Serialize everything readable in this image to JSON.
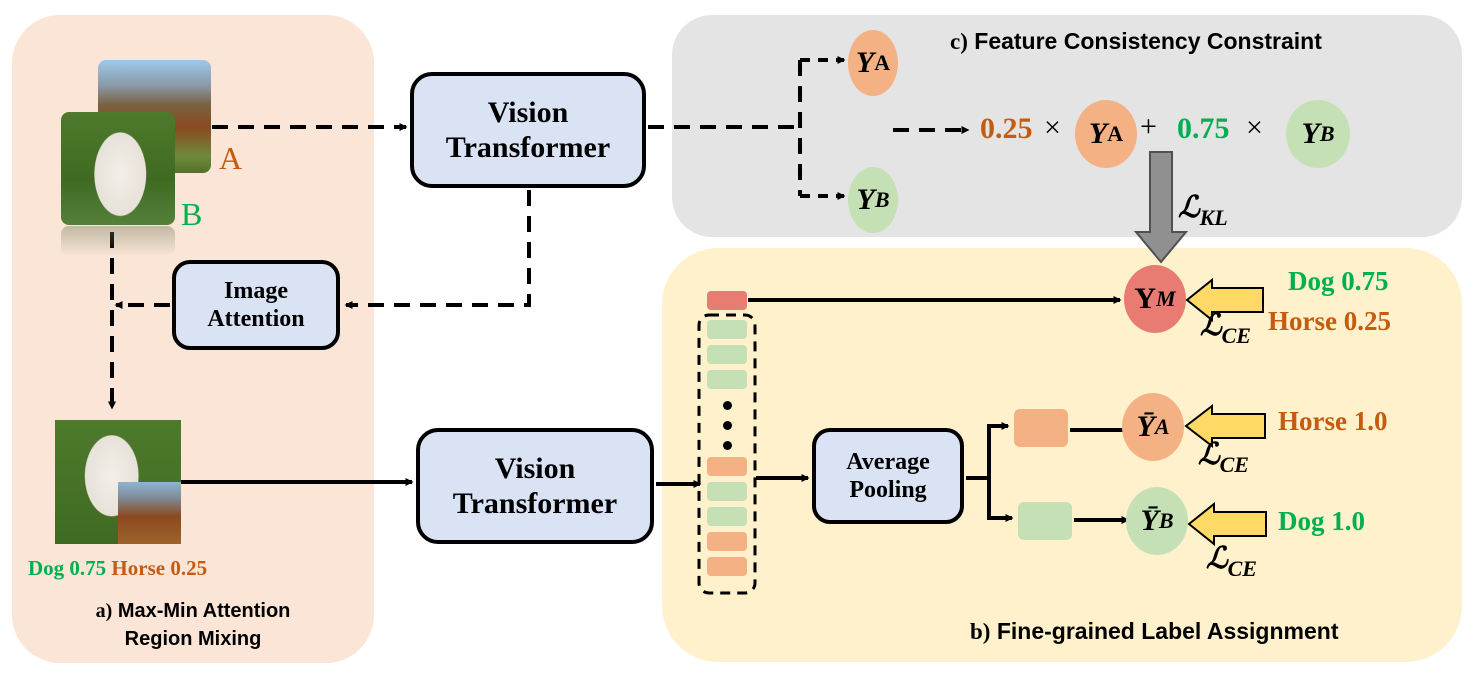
{
  "panels": {
    "a": {
      "prefix": "a)",
      "title_line1": " Max-Min Attention",
      "title_line2": "Region Mixing"
    },
    "b": {
      "prefix": "b)",
      "title": " Fine-grained Label Assignment"
    },
    "c": {
      "prefix": "c)",
      "title": " Feature Consistency Constraint"
    }
  },
  "images": {
    "source_a_label": "A",
    "source_b_label": "B",
    "source_a_content": "horse",
    "source_b_content": "dog",
    "mixed_content": "dog with horse patch"
  },
  "mixed_label": {
    "dog": "Dog 0.75",
    "horse": "Horse 0.25"
  },
  "blocks": {
    "vit_top": {
      "line1": "Vision",
      "line2": "Transformer"
    },
    "vit_bottom": {
      "line1": "Vision",
      "line2": "Transformer"
    },
    "image_attention": {
      "line1": "Image",
      "line2": "Attention"
    },
    "average_pooling": {
      "line1": "Average",
      "line2": "Pooling"
    }
  },
  "consistency": {
    "ya": {
      "sym": "Y",
      "sub": "A"
    },
    "yb": {
      "sym": "Y",
      "sub": "B"
    },
    "weight_a": "0.25",
    "weight_b": "0.75",
    "times": "×",
    "plus": "+",
    "kl_loss": {
      "sym": "ℒ",
      "sub": "KL"
    }
  },
  "tokens": {
    "cls": "red",
    "column": [
      "green",
      "green",
      "green",
      "dots",
      "orange",
      "green",
      "green",
      "orange",
      "orange"
    ]
  },
  "outputs": {
    "ym": {
      "sym": "Y",
      "sub": "M"
    },
    "ya_bar": {
      "sym": "Ȳ",
      "sub": "A"
    },
    "yb_bar": {
      "sym": "Ȳ",
      "sub": "B"
    },
    "ce_loss": {
      "sym": "ℒ",
      "sub": "CE"
    }
  },
  "targets": {
    "ym_dog": "Dog 0.75",
    "ym_horse": "Horse 0.25",
    "ya": "Horse 1.0",
    "yb": "Dog 1.0"
  },
  "colors": {
    "horse_orange": "#c55a11",
    "dog_green": "#00b050",
    "panel_a_bg": "#fbe5d6",
    "panel_b_bg": "#fff1cc",
    "panel_c_bg": "#e4e4e4",
    "block_fill": "#dae3f3",
    "token_green": "#c5e0b4",
    "token_orange": "#f4b183",
    "token_red": "#e87b72",
    "ce_arrow_fill": "#ffd966",
    "kl_arrow_fill": "#909090"
  }
}
